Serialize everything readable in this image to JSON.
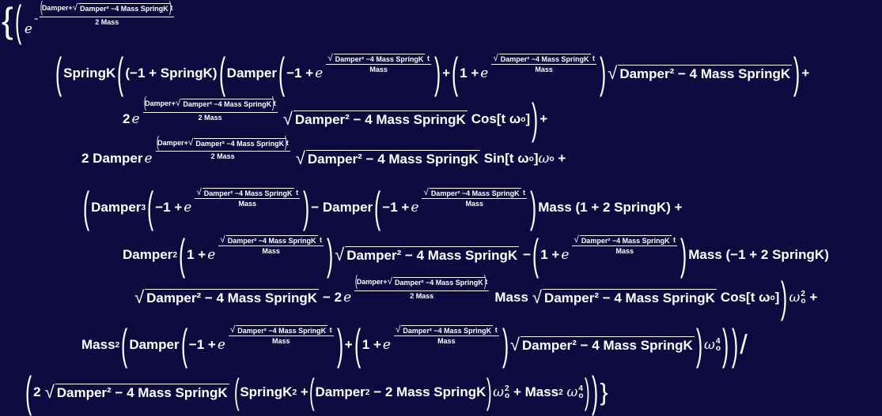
{
  "expression": {
    "vars": {
      "damper": "Damper",
      "mass": "Mass",
      "springk": "SpringK",
      "t": "t",
      "omega": "ω",
      "omega_sub": "o",
      "e": "e",
      "cos": "Cos",
      "sin": "Sin"
    },
    "lines": {
      "l0_open": "{",
      "l0_exp_num": "Damper+√ Damper² −4 Mass SpringK",
      "l0_exp_den": "2 Mass",
      "l1": [
        "SpringK",
        "(−1 + SpringK)",
        "Damper",
        "−1 +",
        "√ Damper² −4 Mass SpringK t",
        "Mass",
        "+",
        "1 +",
        "Damper² − 4 Mass SpringK",
        "+"
      ],
      "l2": [
        "2",
        "Damper+√ Damper² −4 Mass SpringK",
        "2 Mass",
        "Damper² − 4 Mass SpringK Cos[t ωo]",
        "+"
      ],
      "l3": [
        "2 Damper",
        "Damper+√ Damper² −4 Mass SpringK",
        "2 Mass",
        "Damper² − 4 Mass SpringK Sin[t ωo] ωo +"
      ],
      "l4": [
        "Damper³",
        "−1 +",
        "√ Damper² −4 Mass SpringK t",
        "Mass",
        "− Damper",
        "Mass (1 + 2 SpringK) +"
      ],
      "l5": [
        "Damper²",
        "1 +",
        "Damper² − 4 Mass SpringK",
        "−",
        "Mass (−1 + 2 SpringK)"
      ],
      "l6": [
        "Damper² − 4 Mass SpringK",
        "− 2",
        "Mass",
        "Damper² − 4 Mass SpringK Cos[t ωo]",
        "ωo² +"
      ],
      "l7": [
        "Mass²",
        "Damper",
        "−1 +",
        "+",
        "1 +",
        "Damper² − 4 Mass SpringK",
        "ωo⁴",
        "/"
      ],
      "l8": [
        "2",
        "Damper² − 4 Mass SpringK",
        "SpringK² +",
        "Damper² − 2 Mass SpringK",
        "ωo² + Mass² ωo⁴",
        "}"
      ]
    },
    "tokens": {
      "minus1plus": "−1 +",
      "oneplus": "1 +",
      "plus": "+",
      "minus": "−",
      "two": "2",
      "two_damper": "2 Damper",
      "minus_two": "− 2",
      "inner_sqrt": "Damper² −4 Mass SpringK",
      "exp_t": "t",
      "sqrt_body": "Damper² − 4 Mass SpringK",
      "cos_term": "Cos[t ω",
      "sin_term": "Sin[t ω",
      "close_bracket": "]",
      "mass_1p2k": "Mass (1 + 2 SpringK) +",
      "mass_m1p2k": "Mass (−1 + 2 SpringK)",
      "minus_damper": "− Damper",
      "damper_plus": "Damper+",
      "two_mass": "2 Mass",
      "slash": "/",
      "close_brace": "}",
      "open_brace": "{",
      "springk_paren": "(−1 + SpringK)",
      "springk2_plus": "SpringK",
      "minus_two_mass_springk": "− 2 Mass SpringK",
      "plus_mass": "+ Mass",
      "sup2": "2",
      "sup3": "3",
      "sup4": "4"
    }
  }
}
